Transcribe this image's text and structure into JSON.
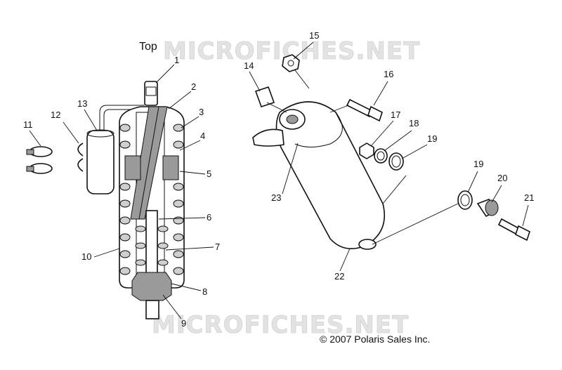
{
  "watermark": {
    "text": "MICROFICHES.NET"
  },
  "top_label": "Top",
  "copyright": "© 2007 Polaris Sales Inc.",
  "callouts": [
    {
      "id": "c1",
      "label": "1"
    },
    {
      "id": "c2",
      "label": "2"
    },
    {
      "id": "c3",
      "label": "3"
    },
    {
      "id": "c4",
      "label": "4"
    },
    {
      "id": "c5",
      "label": "5"
    },
    {
      "id": "c6",
      "label": "6"
    },
    {
      "id": "c7",
      "label": "7"
    },
    {
      "id": "c8",
      "label": "8"
    },
    {
      "id": "c9",
      "label": "9"
    },
    {
      "id": "c10",
      "label": "10"
    },
    {
      "id": "c11",
      "label": "11"
    },
    {
      "id": "c12",
      "label": "12"
    },
    {
      "id": "c13",
      "label": "13"
    },
    {
      "id": "c14",
      "label": "14"
    },
    {
      "id": "c15",
      "label": "15"
    },
    {
      "id": "c16",
      "label": "16"
    },
    {
      "id": "c17",
      "label": "17"
    },
    {
      "id": "c18",
      "label": "18"
    },
    {
      "id": "c19a",
      "label": "19"
    },
    {
      "id": "c19b",
      "label": "19"
    },
    {
      "id": "c20",
      "label": "20"
    },
    {
      "id": "c21",
      "label": "21"
    },
    {
      "id": "c22",
      "label": "22"
    },
    {
      "id": "c23",
      "label": "23"
    }
  ]
}
